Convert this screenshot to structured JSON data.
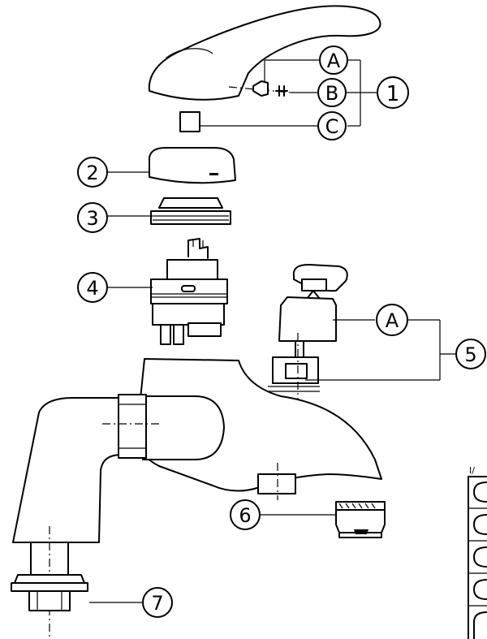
{
  "callouts": {
    "c1": "1",
    "c2": "2",
    "c3": "3",
    "c4": "4",
    "c5": "5",
    "c6": "6",
    "c7": "7",
    "a": "A",
    "b": "B",
    "c": "C",
    "a2": "A"
  },
  "legend": {
    "header": "I/"
  }
}
